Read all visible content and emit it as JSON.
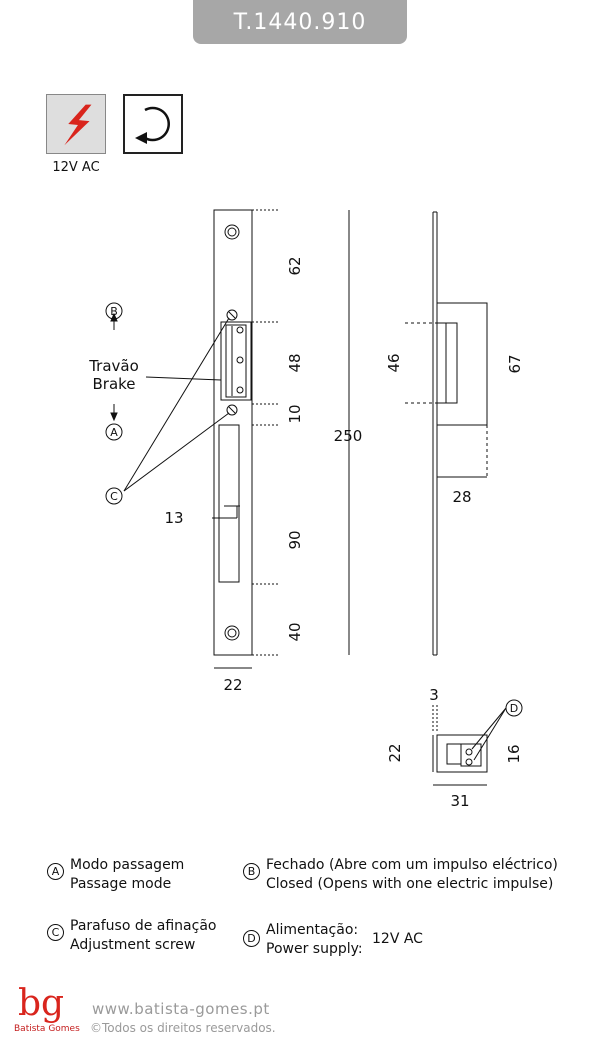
{
  "header": {
    "title": "T.1440.910"
  },
  "badges": {
    "power_label": "12V AC"
  },
  "front_view": {
    "dims": {
      "top": "62",
      "brake": "48",
      "gap": "10",
      "total": "250",
      "opening": "90",
      "bottom": "40",
      "width": "22",
      "slot": "13"
    },
    "labels": {
      "brake_pt": "Travão",
      "brake_en": "Brake",
      "marker_b": "B",
      "marker_a": "A",
      "marker_c": "C"
    }
  },
  "side_view": {
    "dims": {
      "body": "46",
      "height": "67",
      "depth": "28"
    }
  },
  "plan_view": {
    "dims": {
      "lip": "3",
      "height": "22",
      "inner": "16",
      "width": "31"
    },
    "labels": {
      "marker_d": "D"
    }
  },
  "legend": {
    "a": {
      "letter": "A",
      "pt": "Modo passagem",
      "en": "Passage mode"
    },
    "b": {
      "letter": "B",
      "pt": "Fechado (Abre com um impulso eléctrico)",
      "en": "Closed (Opens with one electric impulse)"
    },
    "c": {
      "letter": "C",
      "pt": "Parafuso de afinação",
      "en": "Adjustment screw"
    },
    "d": {
      "letter": "D",
      "pt": "Alimentação:",
      "en": "Power supply:",
      "value": "12V AC"
    }
  },
  "footer": {
    "logo_text": "bg",
    "brand": "Batista Gomes",
    "url": "www.batista-gomes.pt",
    "copyright": "©Todos os direitos reservados."
  }
}
